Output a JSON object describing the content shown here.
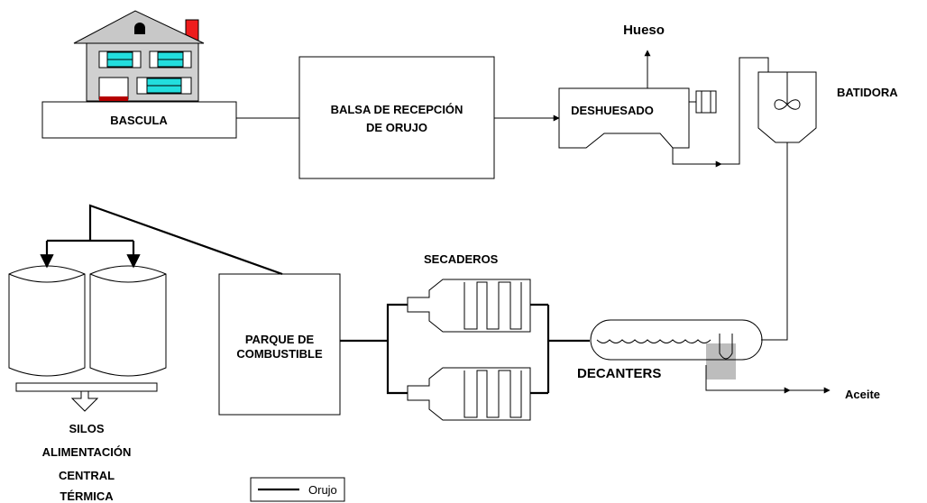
{
  "diagram": {
    "bascula": "BASCULA",
    "balsa_line1": "BALSA DE RECEPCIÓN",
    "balsa_line2": "DE ORUJO",
    "deshuesado": "DESHUESADO",
    "hueso": "Hueso",
    "batidora": "BATIDORA",
    "secaderos": "SECADEROS",
    "decanters": "DECANTERS",
    "aceite": "Aceite",
    "parque_line1": "PARQUE DE",
    "parque_line2": "COMBUSTIBLE",
    "silos_line1": "SILOS",
    "silos_line2": "ALIMENTACIÓN",
    "silos_line3": "CENTRAL",
    "silos_line4": "TÉRMICA"
  },
  "legend": {
    "orujo": "Orujo"
  },
  "colors": {
    "roof": "#c8c8c8",
    "house_wall": "#d0d0d0",
    "window_glass": "#22dede",
    "chimney": "#ee1c1c",
    "door_frame": "#b50000",
    "sludge": "#bdbdbd"
  }
}
